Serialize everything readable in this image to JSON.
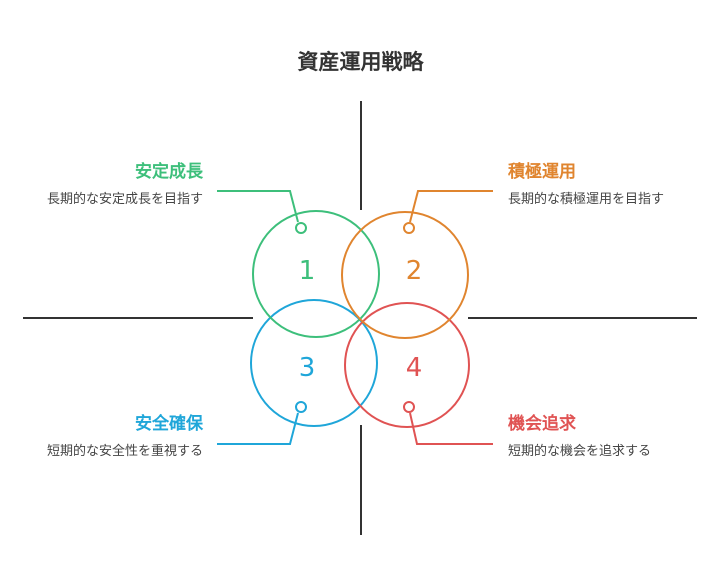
{
  "title": "資産運用戦略",
  "colors": {
    "green": "#3dbf7b",
    "orange": "#e0852f",
    "blue": "#1fa6d9",
    "red": "#e05353"
  },
  "items": [
    {
      "number": "1",
      "heading": "安定成長",
      "description": "長期的な安定成長を目指す"
    },
    {
      "number": "2",
      "heading": "積極運用",
      "description": "長期的な積極運用を目指す"
    },
    {
      "number": "3",
      "heading": "安全確保",
      "description": "短期的な安全性を重視する"
    },
    {
      "number": "4",
      "heading": "機会追求",
      "description": "短期的な機会を追求する"
    }
  ]
}
